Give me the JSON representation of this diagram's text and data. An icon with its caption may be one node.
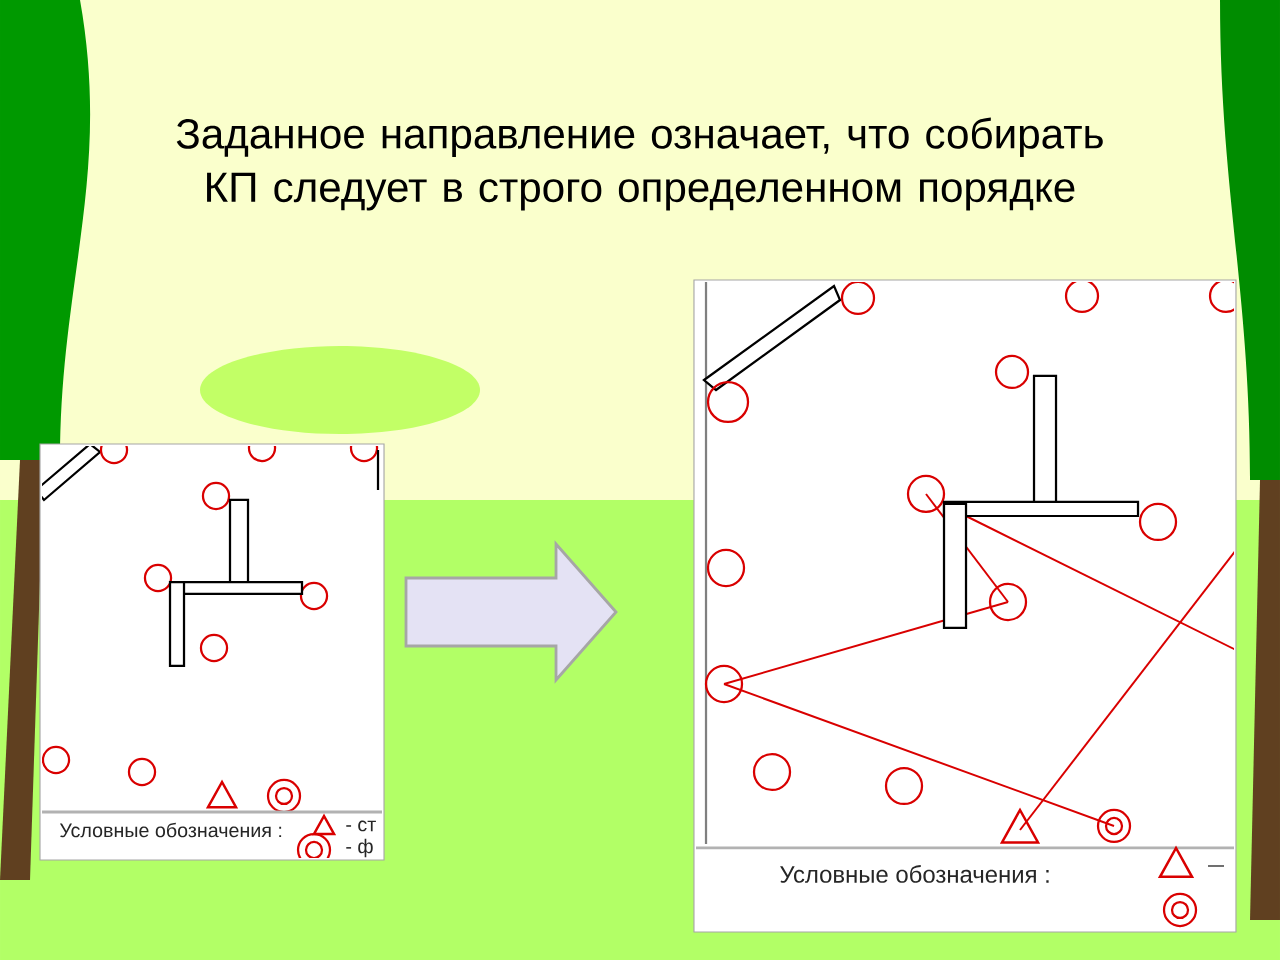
{
  "diagram": {
    "title": "Заданное направление означает, что собирать КП следует в строго определенном порядке",
    "nodes": [
      {
        "text": [],
        "shape": "picture"
      },
      {
        "text": [],
        "shape": "picture"
      }
    ],
    "edges": [
      {
        "from": 0,
        "to": 1,
        "arrow": "to"
      }
    ],
    "labels": [
      "Условные обозначения :",
      "- ст",
      "- ф",
      "Условные обозначения :"
    ]
  }
}
